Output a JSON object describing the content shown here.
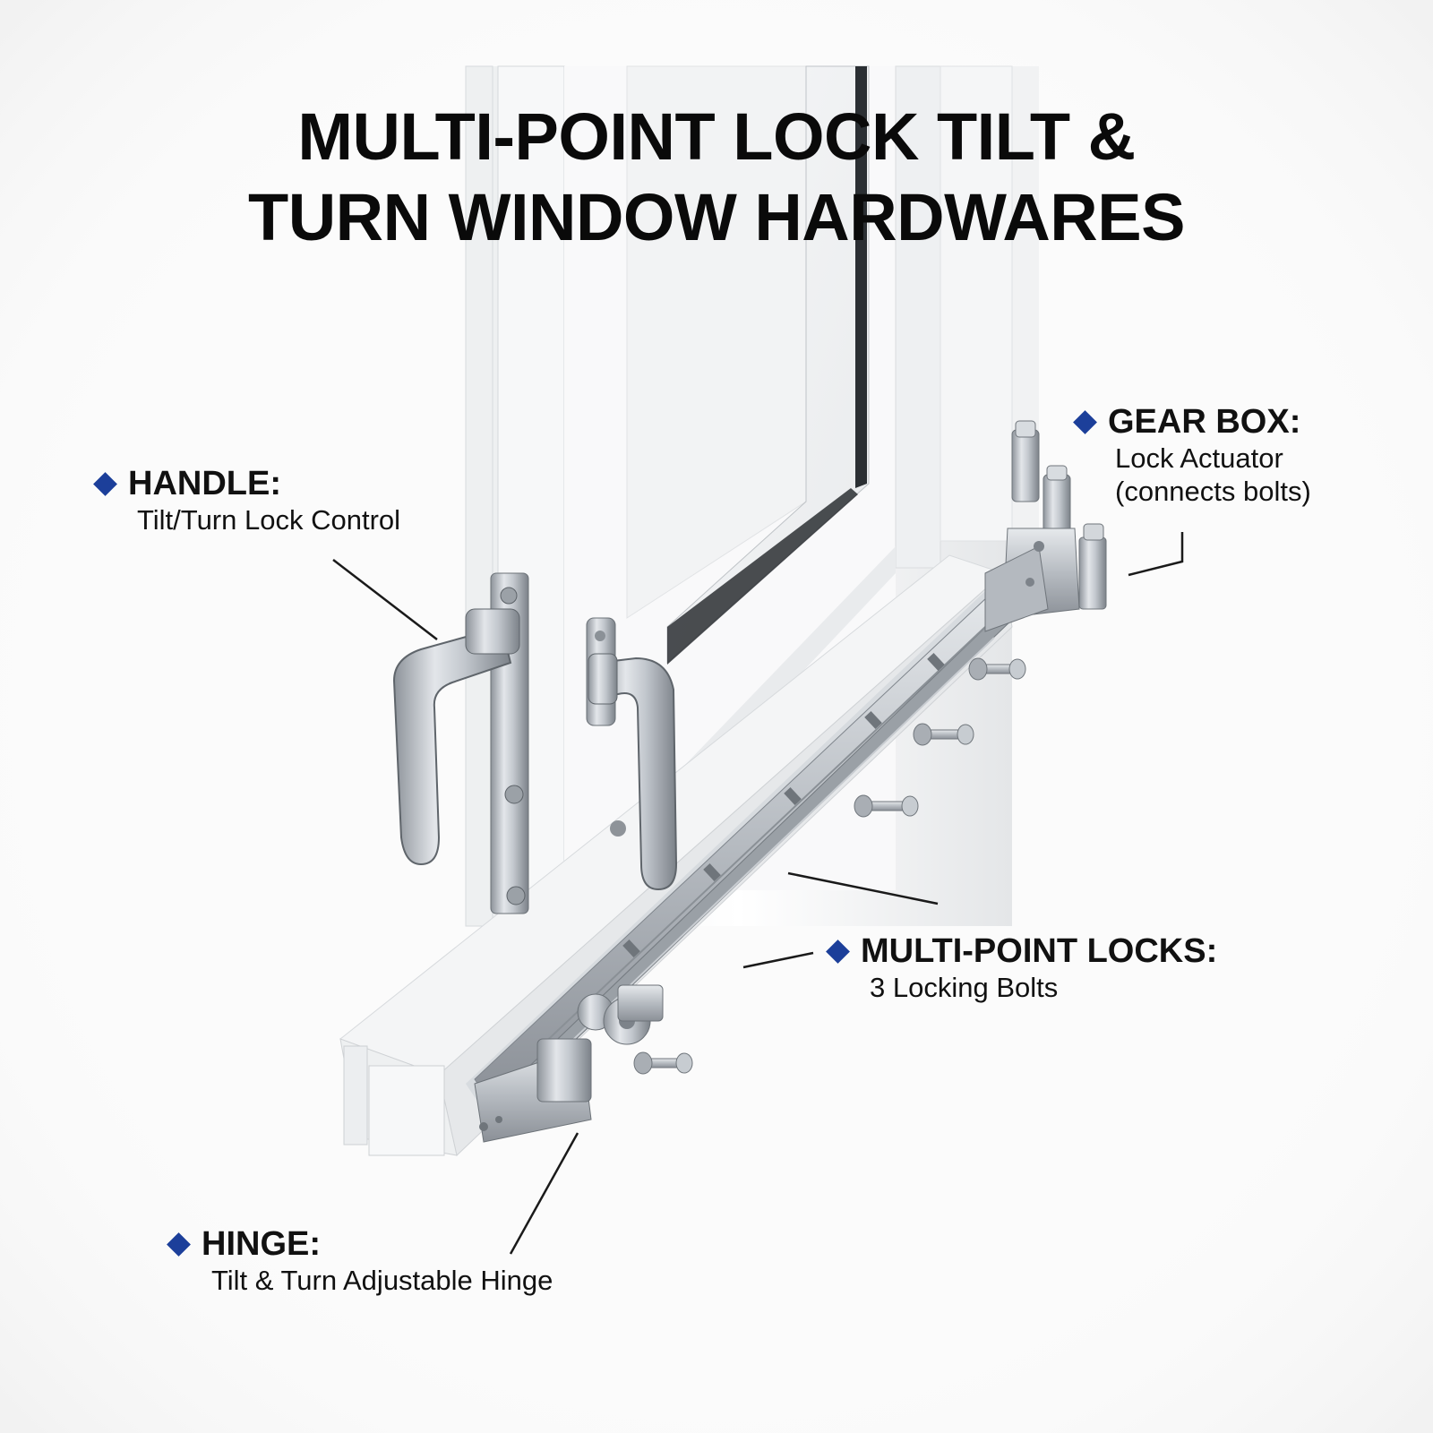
{
  "title": {
    "line1": "MULTI-POINT LOCK TILT &",
    "line2": "TURN WINDOW HARDWARES"
  },
  "callouts": {
    "handle": {
      "label": "HANDLE:",
      "desc": "Tilt/Turn Lock Control"
    },
    "gear_box": {
      "label": "GEAR BOX:",
      "desc_line1": "Lock Actuator",
      "desc_line2": "(connects bolts)"
    },
    "multi_point_locks": {
      "label": "MULTI-POINT LOCKS:",
      "desc": "3 Locking Bolts"
    },
    "hinge": {
      "label": "HINGE:",
      "desc": "Tilt & Turn Adjustable Hinge"
    }
  },
  "colors": {
    "accent_diamond": "#1c3f9a",
    "text": "#111111",
    "background": "#fbfbfb",
    "metal": "#b9bec4"
  }
}
